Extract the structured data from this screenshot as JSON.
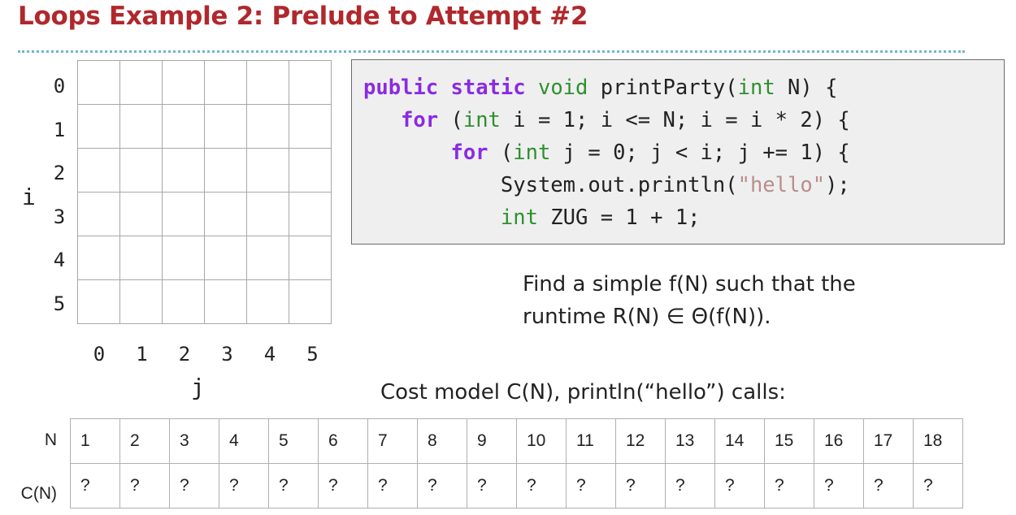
{
  "title": "Loops Example 2: Prelude to Attempt #2",
  "grid": {
    "row_labels": [
      "0",
      "1",
      "2",
      "3",
      "4",
      "5"
    ],
    "col_labels": [
      "0",
      "1",
      "2",
      "3",
      "4",
      "5"
    ],
    "i_axis": "i",
    "j_axis": "j"
  },
  "code": {
    "line1": {
      "kw1": "public",
      "kw2": "static",
      "ty1": "void",
      "t1": " printParty(",
      "ty2": "int",
      "t2": " N) {"
    },
    "line2": {
      "kw": "for",
      "t1": " (",
      "ty": "int",
      "t2": " i = 1; i <= N; i = i * 2) {"
    },
    "line3": {
      "kw": "for",
      "t1": " (",
      "ty": "int",
      "t2": " j = 0; j < i; j += 1) {"
    },
    "line4": {
      "t1": "System.out.println(",
      "str": "\"hello\"",
      "t2": ");"
    },
    "line5": {
      "ty": "int",
      "t1": " ZUG = 1 + 1;"
    }
  },
  "prompt": {
    "line1": "Find a simple f(N) such that the",
    "line2": "runtime R(N) ∈ Θ(f(N))."
  },
  "cost_caption": "Cost model C(N), println(“hello”) calls:",
  "cost_table": {
    "row_labels": [
      "N",
      "C(N)"
    ],
    "n_values": [
      "1",
      "2",
      "3",
      "4",
      "5",
      "6",
      "7",
      "8",
      "9",
      "10",
      "11",
      "12",
      "13",
      "14",
      "15",
      "16",
      "17",
      "18"
    ],
    "c_values": [
      "?",
      "?",
      "?",
      "?",
      "?",
      "?",
      "?",
      "?",
      "?",
      "?",
      "?",
      "?",
      "?",
      "?",
      "?",
      "?",
      "?",
      "?"
    ]
  }
}
